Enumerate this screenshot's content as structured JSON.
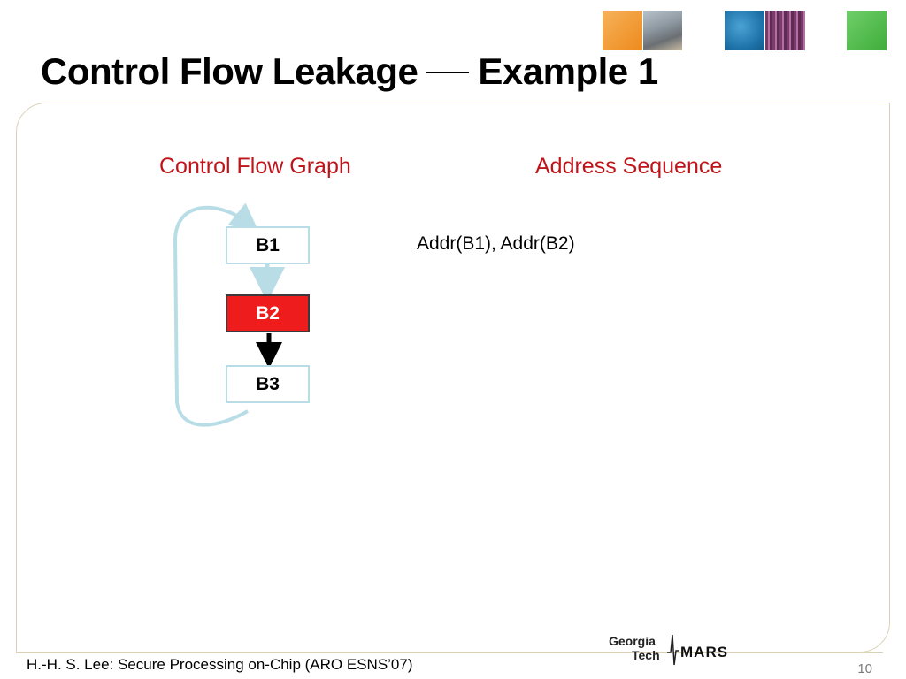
{
  "slide": {
    "title_part1": "Control Flow Leakage",
    "title_part2": "Example 1",
    "page_number": "10"
  },
  "headings": {
    "cfg": "Control Flow Graph",
    "address": "Address Sequence"
  },
  "cfg": {
    "blocks": [
      {
        "label": "B1",
        "state": "visited"
      },
      {
        "label": "B2",
        "state": "current"
      },
      {
        "label": "B3",
        "state": "pending"
      }
    ]
  },
  "address_sequence": "Addr(B1), Addr(B2)",
  "footer": {
    "citation": "H.-H. S. Lee: Secure Processing on-Chip (ARO ESNS’07)",
    "logo_text_line1": "Georgia",
    "logo_text_line2": "Tech",
    "logo_text_mars": "MARS"
  },
  "colors": {
    "heading_red": "#c0141b",
    "current_block": "#ee1c1c",
    "visited_arrow": "#b9dde6",
    "active_arrow": "#000000"
  }
}
